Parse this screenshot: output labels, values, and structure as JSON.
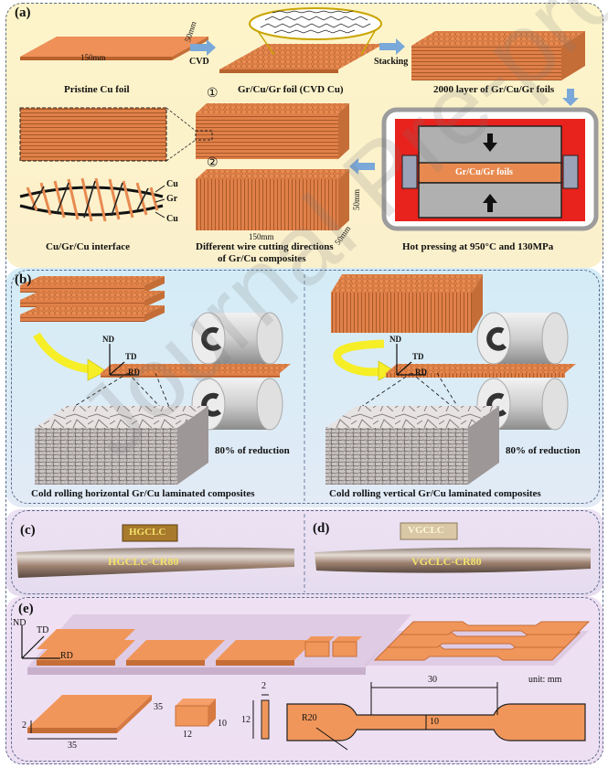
{
  "panel_a": {
    "tag": "(a)",
    "pristine_caption": "Pristine Cu foil",
    "foil_length": "150mm",
    "foil_width": "50mm",
    "cvd_arrow": "CVD",
    "grcu_caption": "Gr/Cu/Gr foil (CVD Cu)",
    "stacking_arrow": "Stacking",
    "stack_caption": "2000 layer of Gr/Cu/Gr foils",
    "hot_press_label": "Gr/Cu/Gr foils",
    "hot_press_caption": "Hot pressing at 950°C and 130MPa",
    "direction_1": "①",
    "direction_2": "②",
    "block_length": "150mm",
    "block_height": "50mm",
    "block_depth": "50mm",
    "cutting_caption_1": "Different wire cutting directions",
    "cutting_caption_2": "of Gr/Cu composites",
    "interface_cu_top": "Cu",
    "interface_gr": "Gr",
    "interface_cu_bottom": "Cu",
    "interface_caption": "Cu/Gr/Cu interface"
  },
  "panel_b": {
    "tag": "(b)",
    "axis_nd": "ND",
    "axis_td": "TD",
    "axis_rd": "RD",
    "reduction_left": "80% of reduction",
    "reduction_right": "80% of reduction",
    "caption_left": "Cold rolling horizontal Gr/Cu laminated composites",
    "caption_right": "Cold rolling vertical Gr/Cu laminated composites"
  },
  "panel_c": {
    "tag": "(c)",
    "small_label": "HGCLC",
    "strip_label": "HGCLC-CR80"
  },
  "panel_d": {
    "tag": "(d)",
    "small_label": "VGCLC",
    "strip_label": "VGCLC-CR80"
  },
  "panel_e": {
    "tag": "(e)",
    "axis_nd": "ND",
    "axis_td": "TD",
    "axis_rd": "RD",
    "unit": "unit: mm",
    "plate_thickness": "2",
    "plate_width": "35",
    "plate_length": "35",
    "cube_length": "12",
    "cube_height": "10",
    "tensile_thickness": "2",
    "tensile_side_height": "12",
    "gauge_length": "30",
    "gauge_width": "10",
    "fillet_radius": "R20"
  },
  "watermark": "Journal Pre-proof",
  "colors": {
    "copper": "#e88a50",
    "copper_dark": "#b8622d",
    "panel_border": "#5a6b8c",
    "press_red": "#e8221c"
  }
}
